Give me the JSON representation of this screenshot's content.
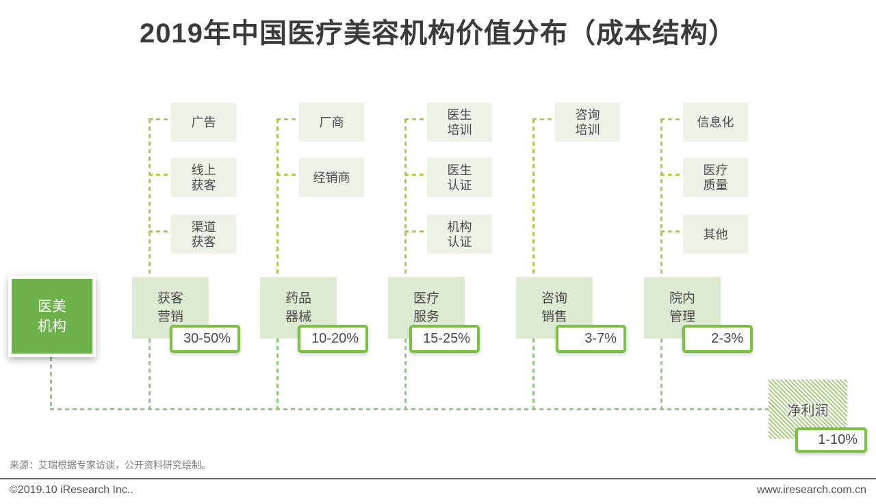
{
  "title": "2019年中国医疗美容机构价值分布（成本结构）",
  "root": {
    "label": "医美\n机构"
  },
  "columns": [
    {
      "label": "获客\n营销",
      "percent": "30-50%",
      "children": [
        {
          "label": "广告"
        },
        {
          "label": "线上\n获客"
        },
        {
          "label": "渠道\n获客"
        }
      ]
    },
    {
      "label": "药品\n器械",
      "percent": "10-20%",
      "children": [
        {
          "label": "厂商"
        },
        {
          "label": "经销商"
        }
      ]
    },
    {
      "label": "医疗\n服务",
      "percent": "15-25%",
      "children": [
        {
          "label": "医生\n培训"
        },
        {
          "label": "医生\n认证"
        },
        {
          "label": "机构\n认证"
        }
      ]
    },
    {
      "label": "咨询\n销售",
      "percent": "3-7%",
      "children": [
        {
          "label": "咨询\n培训"
        }
      ]
    },
    {
      "label": "院内\n管理",
      "percent": "2-3%",
      "children": [
        {
          "label": "信息化"
        },
        {
          "label": "医疗\n质量"
        },
        {
          "label": "其他"
        }
      ]
    }
  ],
  "net_profit": {
    "label": "净利润",
    "percent": "1-10%"
  },
  "footer": {
    "source": "来源：艾瑞根据专家访谈，公开资料研究绘制。",
    "copyright": "©2019.10 iResearch Inc..",
    "website": "www.iresearch.com.cn"
  },
  "colors": {
    "brand_green": "#6CB14A",
    "badge_border_green": "#7CC142",
    "dash_yellow_green": "#A9CE4A",
    "dash_soft_green": "#8FCA7D",
    "sub_box_bg": "#ECF2E6",
    "main_box_bg": "#DDEBD2",
    "title_text": "#3B3B3B",
    "body_text": "#4A4A4A"
  }
}
